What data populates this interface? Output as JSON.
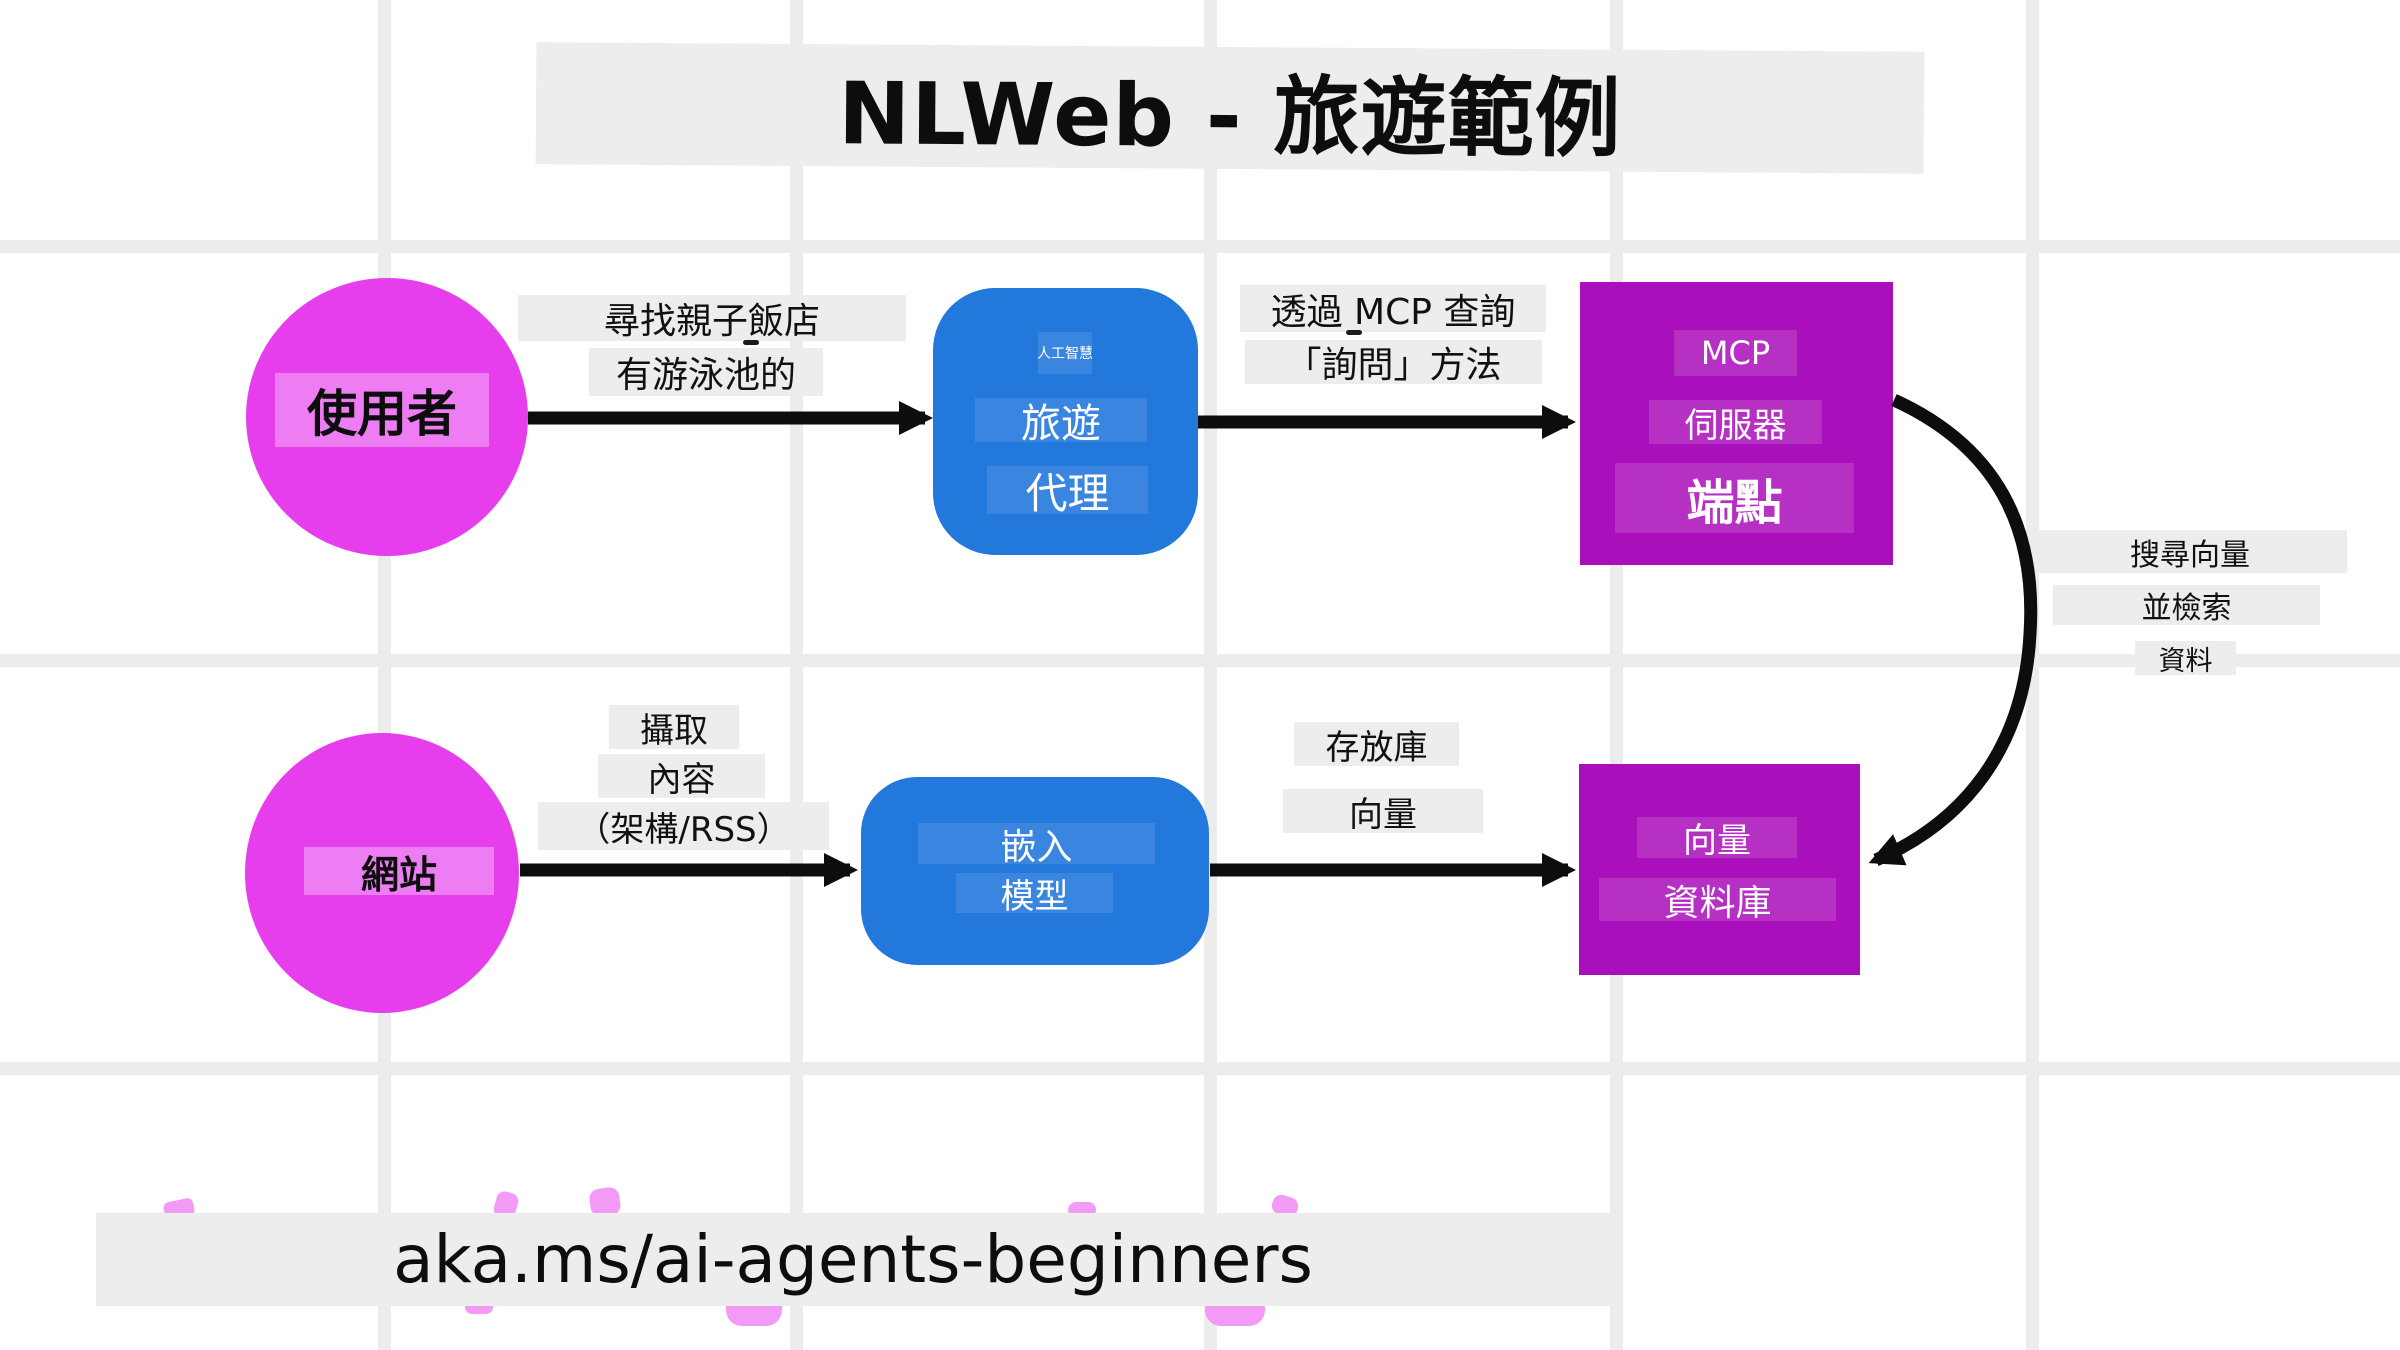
{
  "colors": {
    "magenta": "#e63eed",
    "blue": "#2378dc",
    "purple": "#a90fba",
    "chip_gray": "#ededed",
    "grid_gray": "#ececec",
    "arrow_black": "#0d0d0d",
    "pink_fragment": "#f29af5"
  },
  "title": "NLWeb - 旅遊範例",
  "nodes": {
    "user": {
      "label": "使用者"
    },
    "agent": {
      "tag": "人工智慧",
      "line1": "旅遊",
      "line2": "代理"
    },
    "mcp": {
      "line1": "MCP",
      "line2": "伺服器",
      "line3": "端點"
    },
    "website": {
      "label": "網站"
    },
    "embedding": {
      "line1": "嵌入",
      "line2": "模型"
    },
    "vectordb": {
      "line1": "向量",
      "line2": "資料庫"
    }
  },
  "edge_labels": {
    "user_to_agent": {
      "line1": "尋找親子飯店",
      "line2": "有游泳池的"
    },
    "agent_to_mcp": {
      "line1": "透過 MCP 查詢",
      "line2": "「詢問」方法"
    },
    "mcp_to_vectordb": {
      "line1": "搜尋向量",
      "line2": "並檢索",
      "line3": "資料"
    },
    "website_to_embedding": {
      "line1": "攝取",
      "line2": "內容",
      "line3": "（架構/RSS）"
    },
    "embedding_to_vectordb": {
      "line1": "存放庫",
      "line2": "向量"
    }
  },
  "footer": {
    "url": "aka.ms/ai-agents-beginners"
  }
}
